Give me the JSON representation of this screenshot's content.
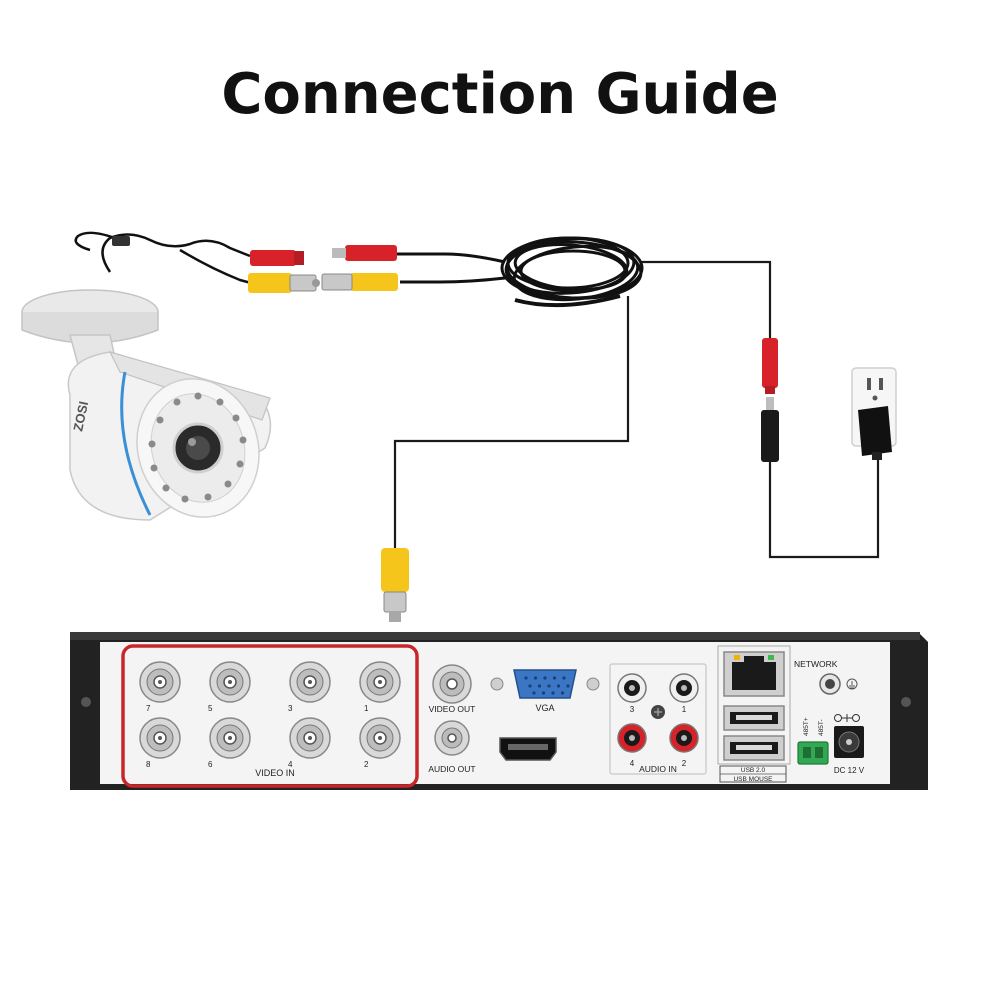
{
  "title": "Connection Guide",
  "camera": {
    "brand": "ZOSI"
  },
  "dvr": {
    "video_in": {
      "label": "VIDEO IN",
      "top_row": [
        "7",
        "5",
        "3",
        "1"
      ],
      "bottom_row": [
        "8",
        "6",
        "4",
        "2"
      ]
    },
    "video_out": "VIDEO OUT",
    "audio_out": "AUDIO OUT",
    "vga": "VGA",
    "audio_in": {
      "label": "AUDIO IN",
      "top_row": [
        "3",
        "1"
      ],
      "bottom_row": [
        "4",
        "2"
      ]
    },
    "network": "NETWORK",
    "usb": [
      "USB 2.0",
      "USB MOUSE"
    ],
    "rs485": [
      "485T+",
      "485T-"
    ],
    "dc": "DC 12 V"
  },
  "colors": {
    "highlight": "#c8262b",
    "bnc_yellow": "#f5c51c",
    "dc_red": "#d8222a",
    "cable": "#1a1a1a",
    "dvr_body": "#222222",
    "panel": "#f4f4f4"
  }
}
